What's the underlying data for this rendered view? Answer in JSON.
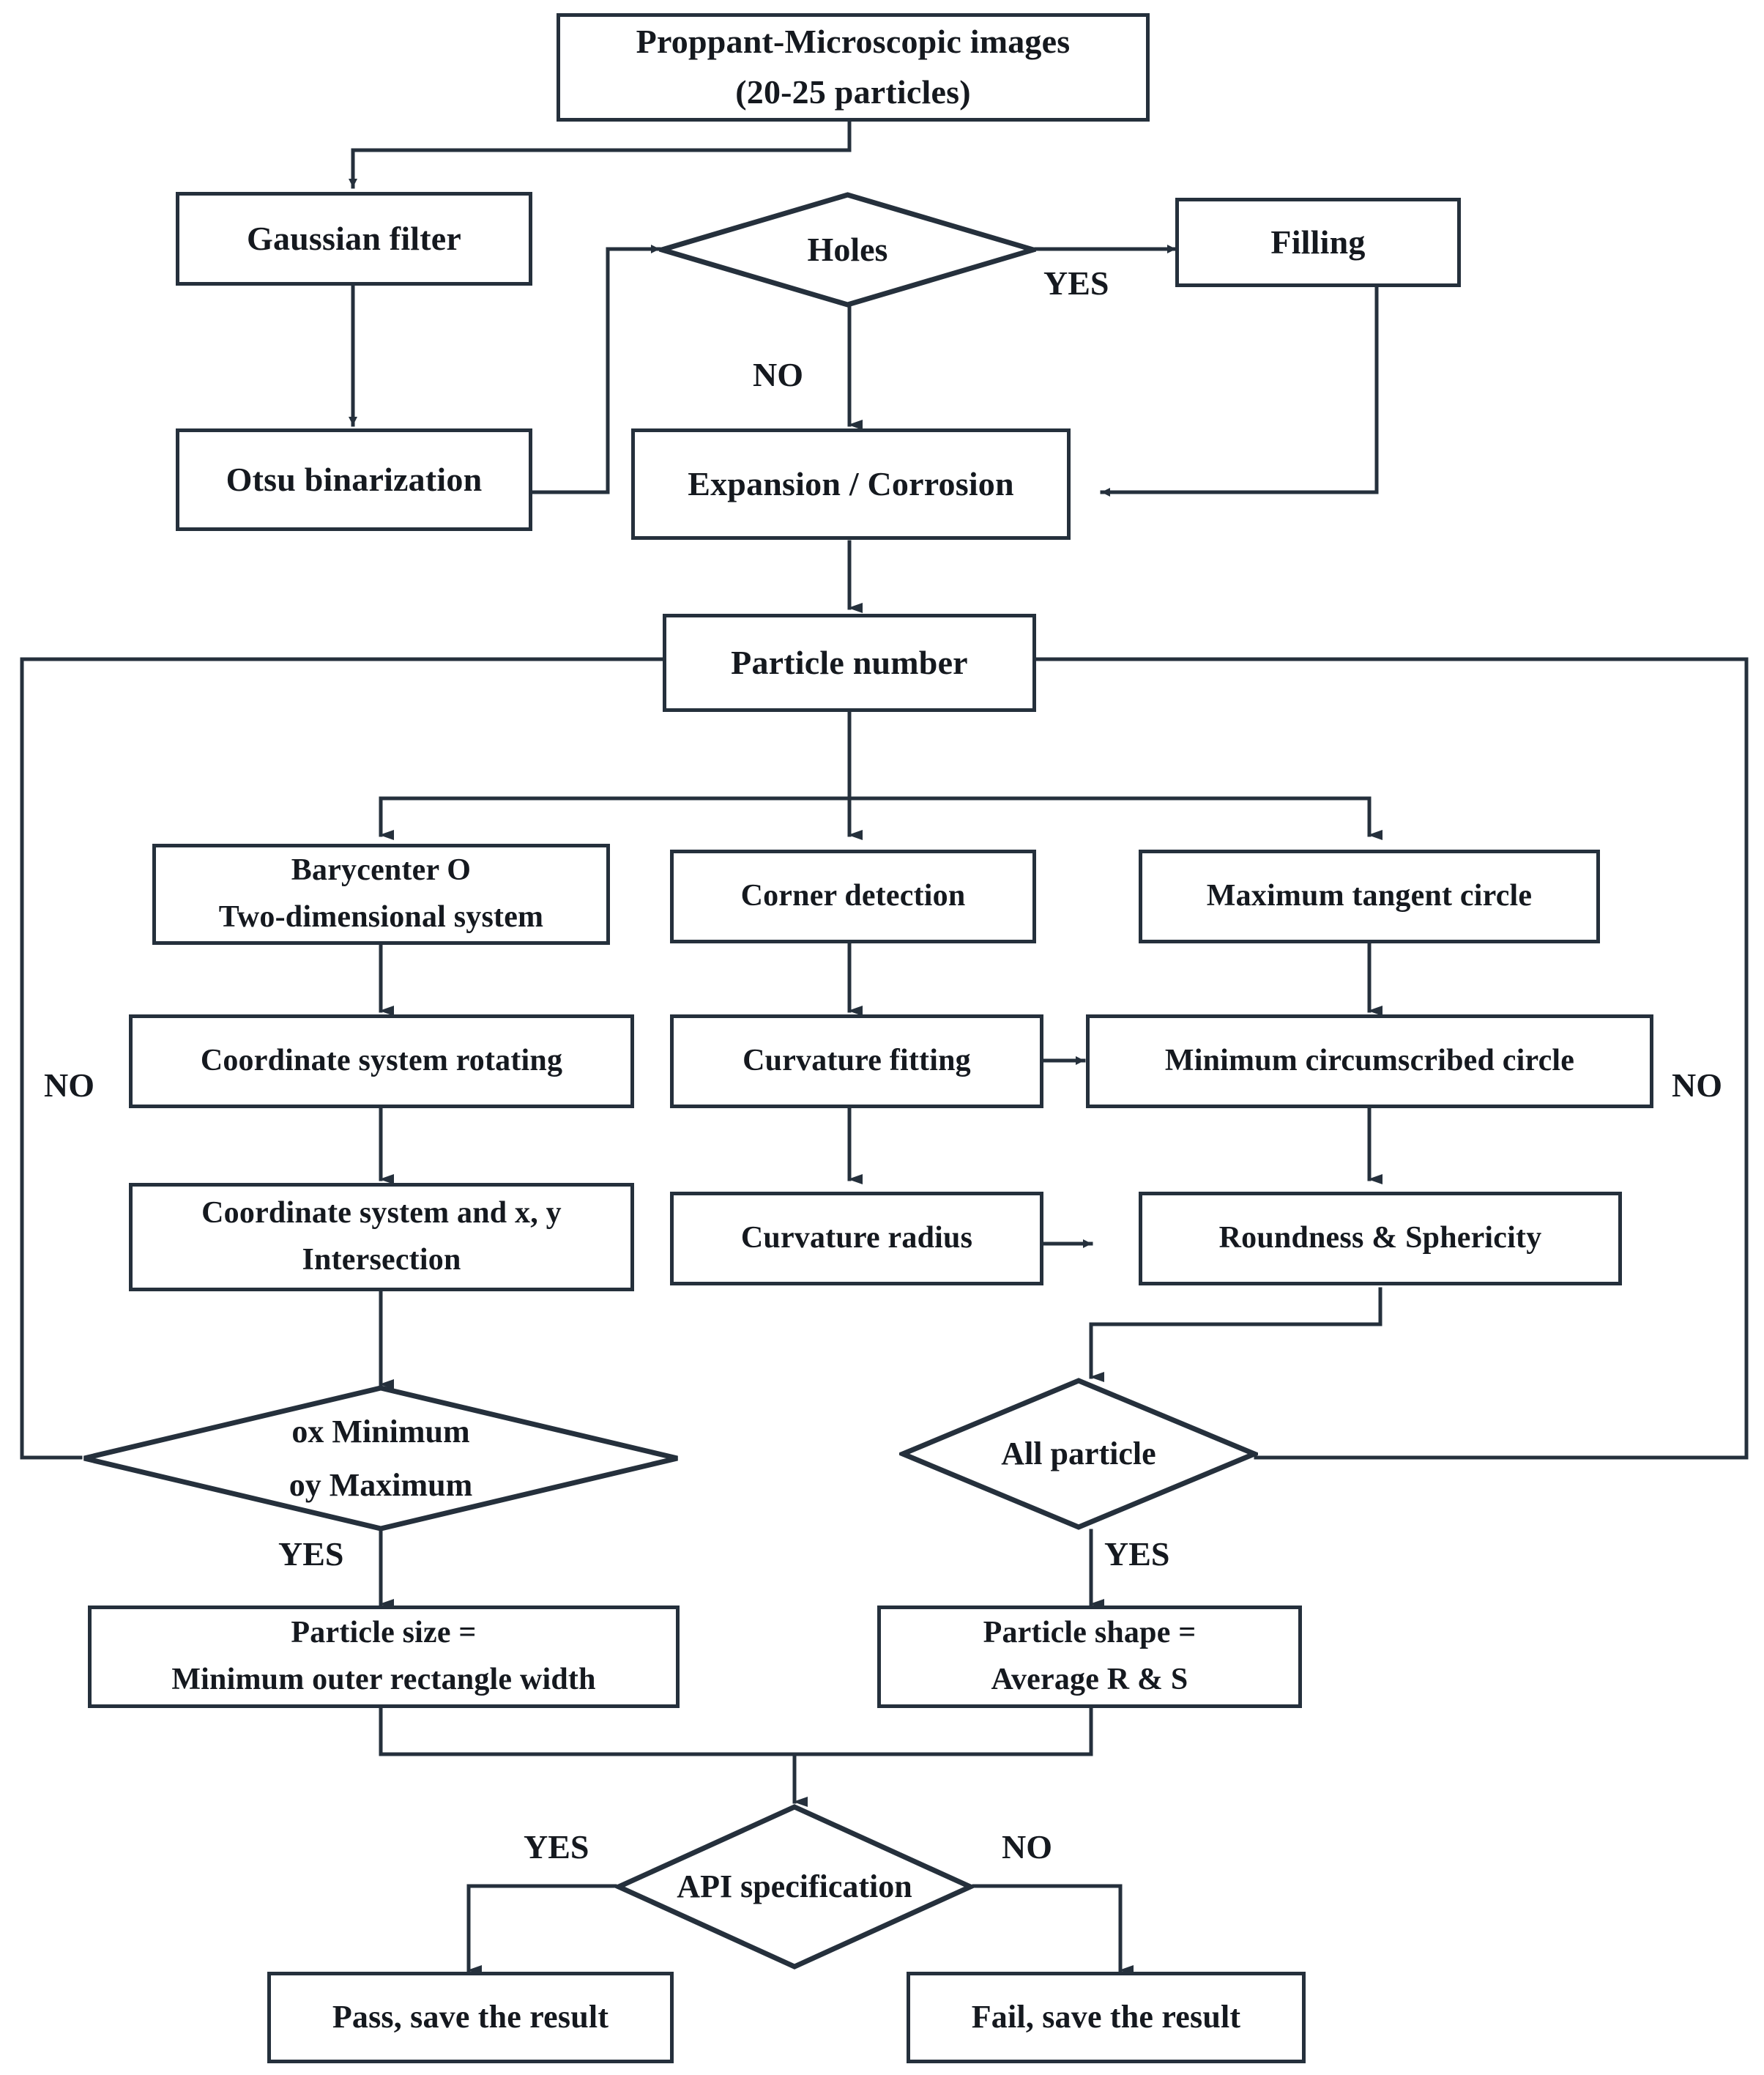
{
  "diagram": {
    "title": "Proppant microscopic image particle size and shape analysis flowchart",
    "type": "flowchart",
    "colors": {
      "stroke": "#25303c",
      "text": "#15191f",
      "background": "#ffffff"
    },
    "nodes": {
      "source_images": {
        "line1": "Proppant-Microscopic images",
        "line2": "(20-25 particles)"
      },
      "gaussian_filter": {
        "line1": "Gaussian filter"
      },
      "holes": {
        "line1": "Holes"
      },
      "filling": {
        "line1": "Filling"
      },
      "otsu": {
        "line1": "Otsu binarization"
      },
      "expansion_corrosion": {
        "line1": "Expansion / Corrosion"
      },
      "particle_number": {
        "line1": "Particle number"
      },
      "barycenter": {
        "line1": "Barycenter O",
        "line2": "Two-dimensional system"
      },
      "corner_detection": {
        "line1": "Corner detection"
      },
      "max_tangent_circle": {
        "line1": "Maximum tangent circle"
      },
      "coord_rotating": {
        "line1": "Coordinate system rotating"
      },
      "curvature_fitting": {
        "line1": "Curvature fitting"
      },
      "min_circumscribed_circle": {
        "line1": "Minimum circumscribed circle"
      },
      "coord_intersection": {
        "line1": "Coordinate system and x, y",
        "line2": "Intersection"
      },
      "curvature_radius": {
        "line1": "Curvature radius"
      },
      "roundness_sphericity": {
        "line1": "Roundness & Sphericity"
      },
      "ox_oy_decision": {
        "line1": "ox Minimum",
        "line2": "oy Maximum"
      },
      "all_particle": {
        "line1": "All particle"
      },
      "particle_size": {
        "line1": "Particle size =",
        "line2": "Minimum outer rectangle width"
      },
      "particle_shape": {
        "line1": "Particle shape =",
        "line2": "Average R & S"
      },
      "api_specification": {
        "line1": "API specification"
      },
      "pass_result": {
        "line1": "Pass, save the result"
      },
      "fail_result": {
        "line1": "Fail, save the result"
      }
    },
    "edge_labels": {
      "holes_yes": "YES",
      "holes_no": "NO",
      "left_loop_no": "NO",
      "right_loop_no": "NO",
      "ox_yes": "YES",
      "all_particle_yes": "YES",
      "api_yes": "YES",
      "api_no": "NO"
    }
  }
}
